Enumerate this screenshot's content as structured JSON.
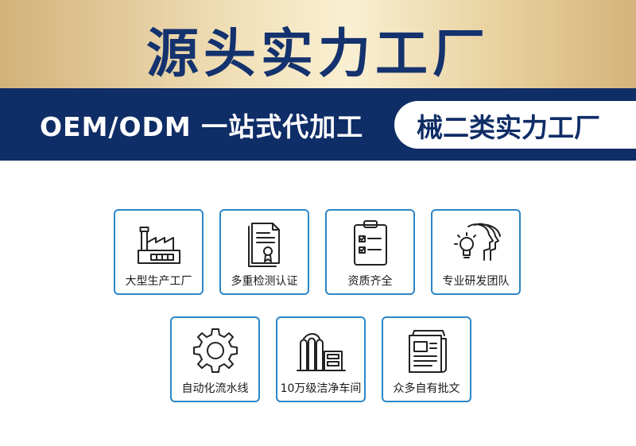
{
  "header": {
    "title": "源头实力工厂"
  },
  "band": {
    "text": "OEM/ODM 一站式代加工",
    "pill": "械二类实力工厂"
  },
  "features": [
    {
      "label": "大型生产工厂",
      "icon": "factory-icon"
    },
    {
      "label": "多重检测认证",
      "icon": "certificate-icon"
    },
    {
      "label": "资质齐全",
      "icon": "clipboard-checklist-icon"
    },
    {
      "label": "专业研发团队",
      "icon": "team-idea-icon"
    },
    {
      "label": "自动化流水线",
      "icon": "gear-icon"
    },
    {
      "label": "10万级洁净车间",
      "icon": "cleanroom-icon"
    },
    {
      "label": "众多自有批文",
      "icon": "document-icon"
    }
  ],
  "colors": {
    "navy": "#0f2d66",
    "gold": "#d2b27a",
    "card_border": "#2c86c8"
  }
}
